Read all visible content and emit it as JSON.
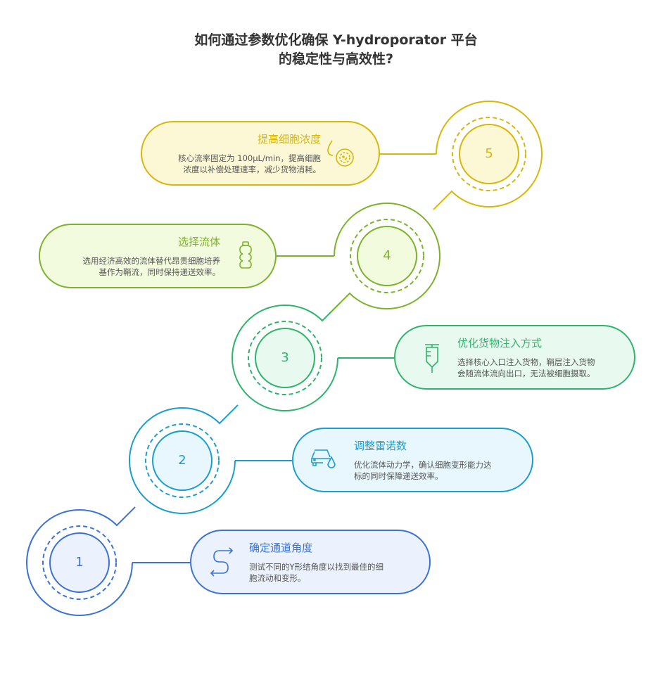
{
  "title_line1": "如何通过参数优化确保 Y-hydroporator 平台",
  "title_line2": "的稳定性与高效性?",
  "steps": [
    {
      "number": "1",
      "title": "确定通道角度",
      "desc1": "测试不同的Y形结角度以找到最佳的细",
      "desc2": "胞流动和变形。",
      "icon": "s-curve-arrows-icon",
      "color": "#3a72d6",
      "fill": "#ebf2fd"
    },
    {
      "number": "2",
      "title": "调整雷诺数",
      "desc1": "优化流体动力学，确认细胞变形能力达",
      "desc2": "标的同时保障递送效率。",
      "icon": "car-droplet-icon",
      "color": "#1a9dcf",
      "fill": "#e7f7fd"
    },
    {
      "number": "3",
      "title": "优化货物注入方式",
      "desc1": "选择核心入口注入货物，鞘层注入货物",
      "desc2": "会随流体流向出口，无法被细胞摄取。",
      "icon": "syringe-icon",
      "color": "#2fb46b",
      "fill": "#e8faef"
    },
    {
      "number": "4",
      "title": "选择流体",
      "desc1": "选用经济高效的流体替代昂贵细胞培养",
      "desc2": "基作为鞘流，同时保持递送效率。",
      "icon": "bottle-icon",
      "color": "#7db32c",
      "fill": "#f3fbdf"
    },
    {
      "number": "5",
      "title": "提高细胞浓度",
      "desc1": "核心流率固定为 100μL/min，提高细胞",
      "desc2": "浓度以补偿处理速率，减少货物消耗。",
      "icon": "droplet-cell-icon",
      "color": "#d8b70a",
      "fill": "#fcf7d4"
    }
  ]
}
